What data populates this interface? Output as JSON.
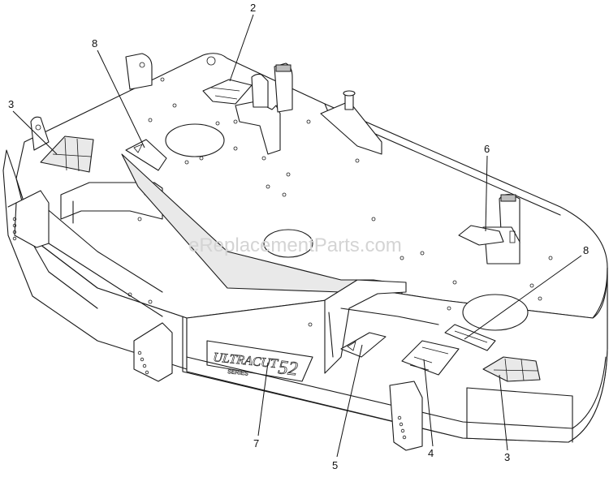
{
  "watermark": "eReplacementParts.com",
  "deck_logo": {
    "brand": "ULTRACUT",
    "size": "52",
    "series": "SERIES"
  },
  "callouts": [
    {
      "id": "c2",
      "label": "2"
    },
    {
      "id": "c8a",
      "label": "8"
    },
    {
      "id": "c3a",
      "label": "3"
    },
    {
      "id": "c6",
      "label": "6"
    },
    {
      "id": "c8b",
      "label": "8"
    },
    {
      "id": "c7",
      "label": "7"
    },
    {
      "id": "c5",
      "label": "5"
    },
    {
      "id": "c4",
      "label": "4"
    },
    {
      "id": "c3b",
      "label": "3"
    }
  ]
}
